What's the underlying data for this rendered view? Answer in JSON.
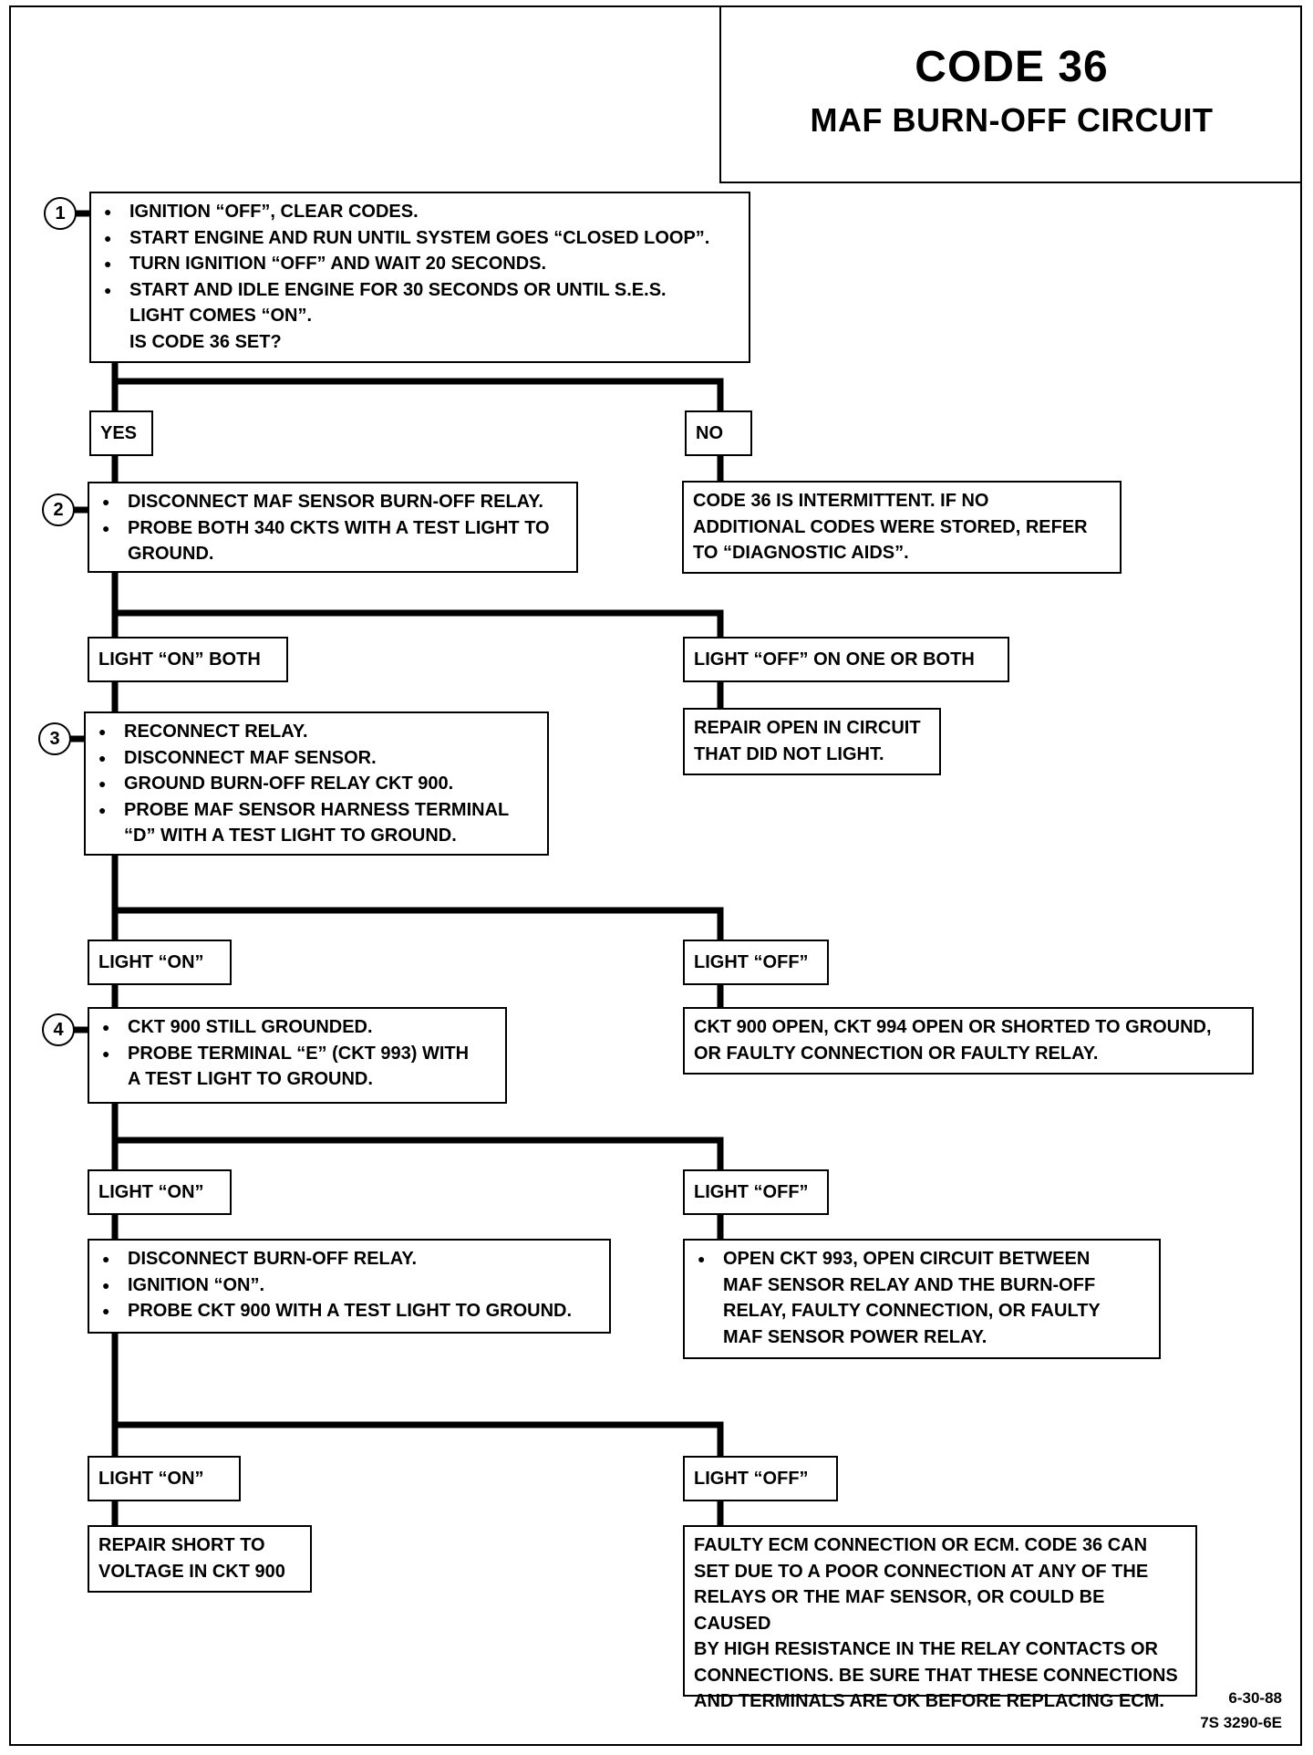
{
  "title": {
    "code": "CODE 36",
    "subtitle": "MAF BURN-OFF CIRCUIT"
  },
  "steps": {
    "s1": {
      "num": "1",
      "lines": [
        "IGNITION “OFF”, CLEAR CODES.",
        "START ENGINE AND RUN UNTIL SYSTEM GOES “CLOSED LOOP”.",
        "TURN IGNITION “OFF”  AND WAIT 20 SECONDS.",
        "START AND IDLE ENGINE FOR 30 SECONDS OR UNTIL S.E.S.",
        "LIGHT COMES “ON”.",
        "IS CODE 36 SET?"
      ]
    },
    "s2": {
      "num": "2",
      "lines": [
        "DISCONNECT MAF SENSOR BURN-OFF RELAY.",
        "PROBE BOTH 340 CKTS WITH A TEST LIGHT TO",
        "GROUND."
      ]
    },
    "s3": {
      "num": "3",
      "lines": [
        "RECONNECT RELAY.",
        "DISCONNECT MAF SENSOR.",
        "GROUND BURN-OFF RELAY CKT 900.",
        "PROBE MAF SENSOR HARNESS TERMINAL",
        "“D” WITH A TEST LIGHT TO GROUND."
      ]
    },
    "s4": {
      "num": "4",
      "lines": [
        "CKT 900 STILL GROUNDED.",
        "PROBE TERMINAL “E” (CKT 993) WITH",
        "A TEST LIGHT TO GROUND."
      ]
    },
    "s5": {
      "lines": [
        "DISCONNECT BURN-OFF RELAY.",
        "IGNITION “ON”.",
        "PROBE CKT 900 WITH A TEST LIGHT TO GROUND."
      ]
    }
  },
  "labels": {
    "yes": "YES",
    "no": "NO",
    "light_on_both": "LIGHT “ON” BOTH",
    "light_off_one_or_both": "LIGHT “OFF” ON  ONE OR BOTH",
    "light_on_3": "LIGHT “ON”",
    "light_off_3": "LIGHT “OFF”",
    "light_on_4": "LIGHT “ON”",
    "light_off_4": "LIGHT “OFF”",
    "light_on_5": "LIGHT “ON”",
    "light_off_5": "LIGHT “OFF”"
  },
  "results": {
    "intermittent": [
      "CODE 36 IS INTERMITTENT.  IF NO",
      "ADDITIONAL CODES WERE STORED, REFER",
      "TO “DIAGNOSTIC  AIDS”."
    ],
    "repair_open": [
      "REPAIR OPEN IN CIRCUIT",
      "THAT DID NOT LIGHT."
    ],
    "ckt900_open": [
      "CKT 900 OPEN, CKT 994 OPEN OR SHORTED TO GROUND,",
      "OR FAULTY CONNECTION OR FAULTY RELAY."
    ],
    "open_ckt993": [
      "OPEN CKT 993, OPEN CIRCUIT BETWEEN",
      "MAF SENSOR RELAY AND THE BURN-OFF",
      "RELAY, FAULTY CONNECTION, OR FAULTY",
      "MAF SENSOR POWER RELAY."
    ],
    "repair_short": [
      "REPAIR SHORT TO",
      "VOLTAGE IN CKT 900"
    ],
    "faulty_ecm": [
      "FAULTY ECM CONNECTION OR ECM.  CODE 36 CAN",
      "SET DUE TO A POOR CONNECTION AT ANY OF THE",
      "RELAYS OR THE MAF SENSOR, OR  COULD BE CAUSED",
      "BY HIGH RESISTANCE IN THE RELAY CONTACTS OR",
      "CONNECTIONS.  BE SURE THAT THESE CONNECTIONS",
      "AND TERMINALS ARE OK BEFORE REPLACING ECM."
    ]
  },
  "footer": {
    "date": "6-30-88",
    "ref": "7S 3290-6E"
  }
}
